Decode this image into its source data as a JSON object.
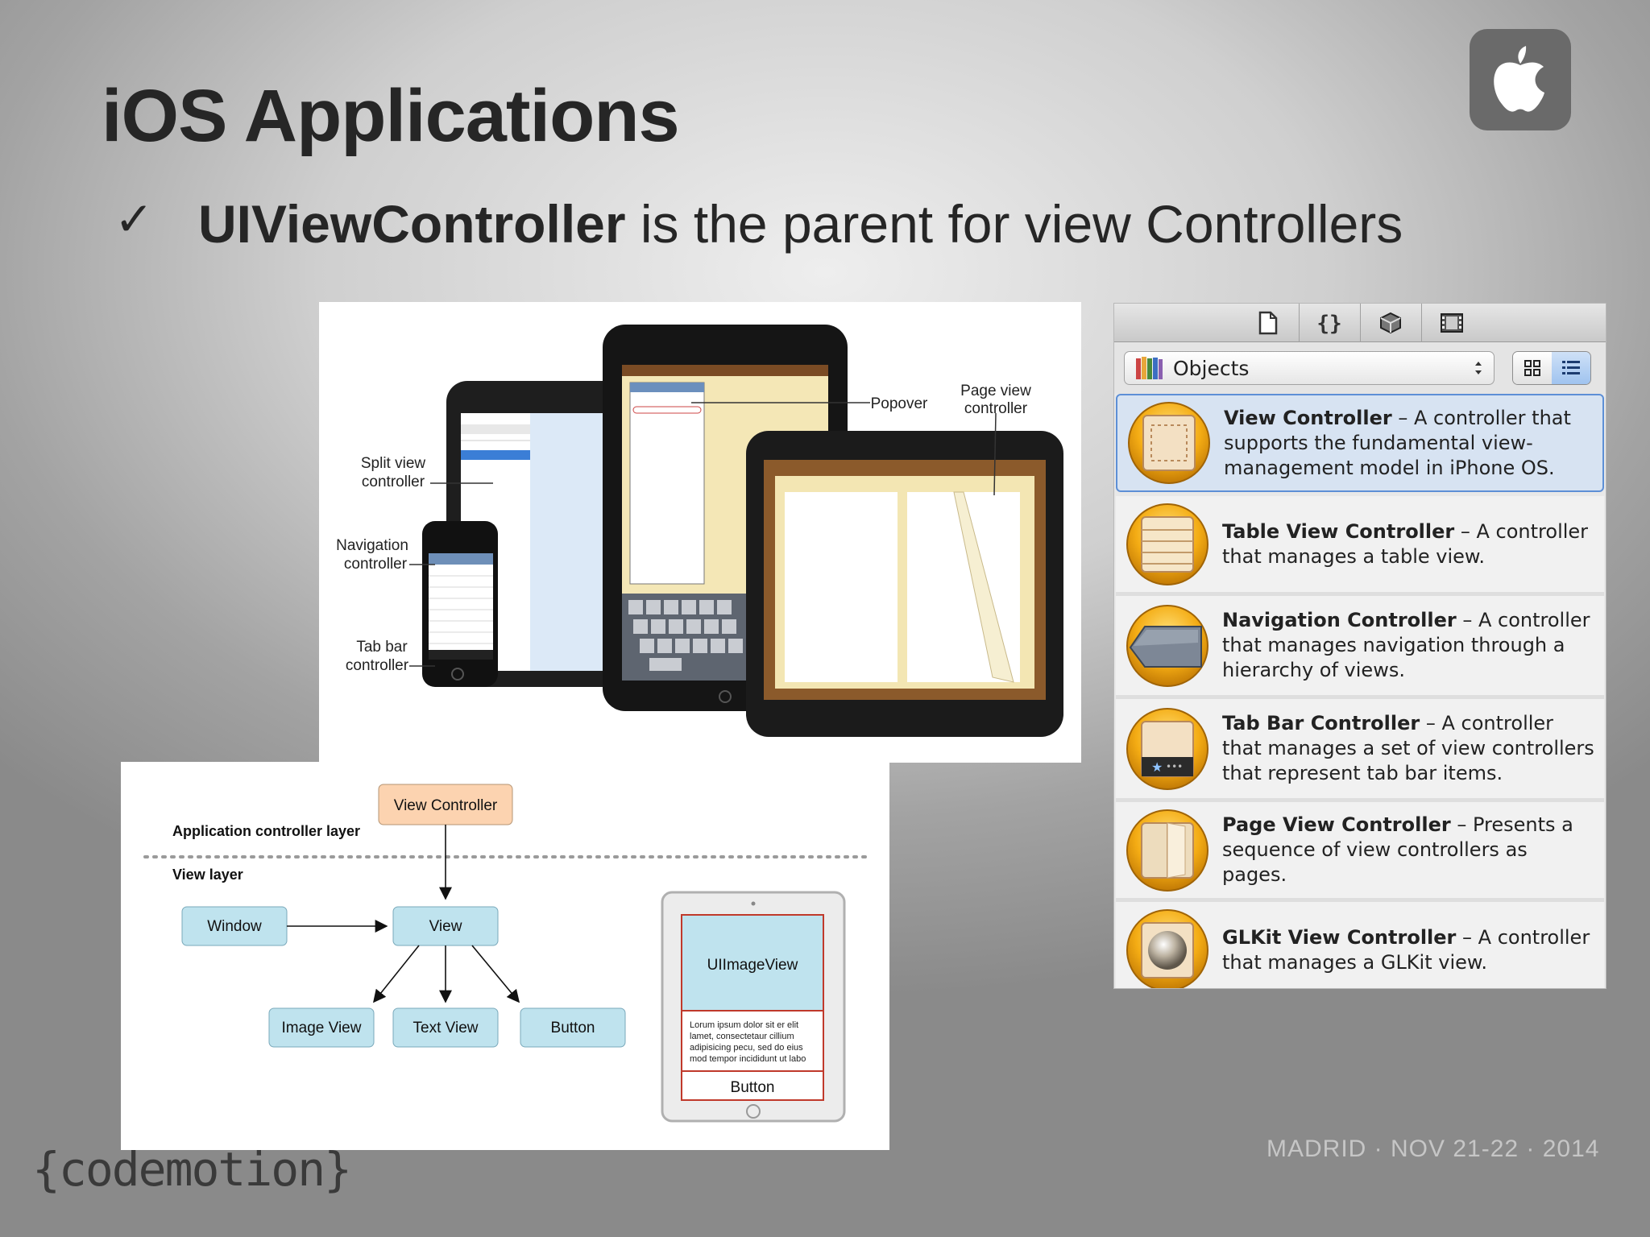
{
  "slide": {
    "title": "iOS Applications",
    "bullet_mark": "✓",
    "bullet_bold": "UIViewController",
    "bullet_rest": " is the parent for view Controllers",
    "footer_date": "MADRID · NOV 21-22 · 2014",
    "footer_logo": "{codemotion}"
  },
  "device_figure": {
    "labels": {
      "split": [
        "Split view",
        "controller"
      ],
      "navigation": [
        "Navigation",
        "controller"
      ],
      "tabbar": [
        "Tab bar",
        "controller"
      ],
      "popover": "Popover",
      "pageview": [
        "Page view",
        "controller"
      ]
    }
  },
  "hierarchy_diagram": {
    "view_controller": "View Controller",
    "app_layer": "Application controller layer",
    "view_layer": "View layer",
    "window": "Window",
    "view": "View",
    "image_view": "Image View",
    "text_view": "Text View",
    "button": "Button",
    "device_image_view": "UIImageView",
    "lorem": [
      "Lorum ipsum dolor sit er elit",
      "lamet, consectetaur cillium",
      "adipisicing pecu, sed do eius",
      "mod tempor incididunt ut labo"
    ],
    "device_button": "Button"
  },
  "object_library": {
    "toolbar_icons": [
      "file-icon",
      "braces-icon",
      "cube-icon",
      "film-icon"
    ],
    "select_value": "Objects",
    "items": [
      {
        "name": "View Controller",
        "desc": " – A controller that supports the fundamental view-management model in iPhone OS.",
        "icon": "view-controller-icon"
      },
      {
        "name": "Table View Controller",
        "desc": " – A controller that manages a table view.",
        "icon": "table-view-controller-icon"
      },
      {
        "name": "Navigation Controller",
        "desc": " – A controller that manages navigation through a hierarchy of views.",
        "icon": "navigation-controller-icon"
      },
      {
        "name": "Tab Bar Controller",
        "desc": " – A controller that manages a set of view controllers that represent tab bar items.",
        "icon": "tab-bar-controller-icon"
      },
      {
        "name": "Page View Controller",
        "desc": " – Presents a sequence of view controllers as pages.",
        "icon": "page-view-controller-icon"
      },
      {
        "name": "GLKit View Controller",
        "desc": " – A controller that manages a GLKit view.",
        "icon": "glkit-view-controller-icon"
      }
    ],
    "colors": {
      "selected_bg": "#d7e3f2",
      "selected_border": "#5d8fd6",
      "icon_orange": "#f2a511"
    }
  }
}
